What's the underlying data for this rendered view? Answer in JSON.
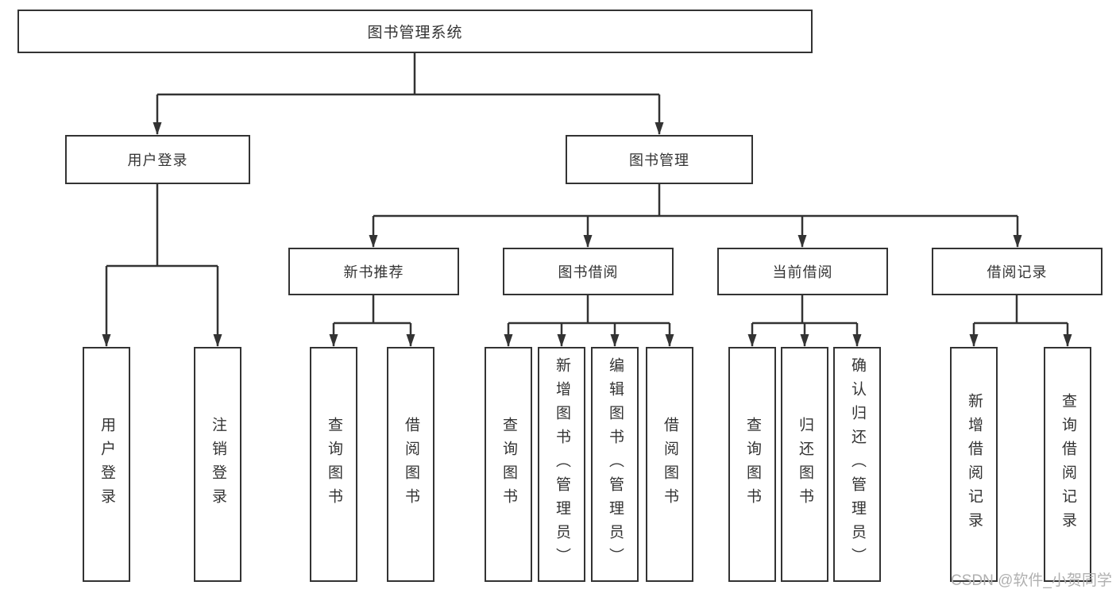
{
  "diagram": {
    "root": "图书管理系统",
    "branches": [
      {
        "label": "用户登录",
        "children": [
          "用户登录",
          "注销登录"
        ]
      },
      {
        "label": "图书管理",
        "sections": [
          {
            "label": "新书推荐",
            "children": [
              "查询图书",
              "借阅图书"
            ]
          },
          {
            "label": "图书借阅",
            "children": [
              "查询图书",
              "新增图书（管理员）",
              "编辑图书（管理员）",
              "借阅图书"
            ]
          },
          {
            "label": "当前借阅",
            "children": [
              "查询图书",
              "归还图书",
              "确认归还（管理员）"
            ]
          },
          {
            "label": "借阅记录",
            "children": [
              "新增借阅记录",
              "查询借阅记录"
            ]
          }
        ]
      }
    ]
  },
  "watermark": "CSDN @软件_小贺同学",
  "colors": {
    "line": "#333333",
    "text": "#333333",
    "watermark": "#b0b0b0",
    "background": "#ffffff"
  }
}
